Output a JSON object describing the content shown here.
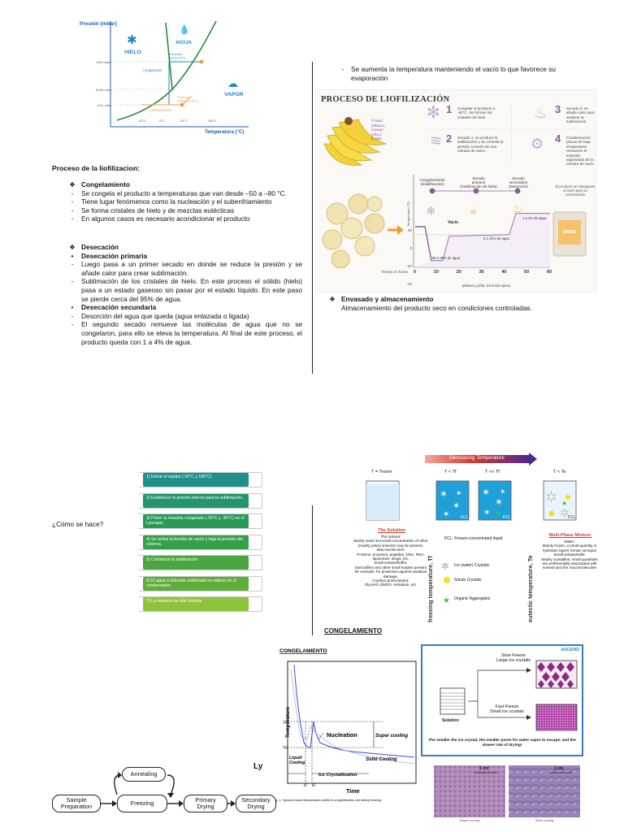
{
  "phase_diagram": {
    "ylabel": "Presión (mbar)",
    "xlabel": "Temperatura (°C)",
    "ice": "HIELO",
    "water": "AGUA",
    "vapor": "VAPOR",
    "fresh": "Producto\nfresco 20°C",
    "dry": "Producto\nliofilizado 20°C",
    "freezing": "Congelación",
    "heating": "Calentamiento",
    "y_ticks": [
      "1000 mbar",
      "6.000 mbar",
      "0.01 mbar"
    ],
    "x_ticks": [
      "-40°C",
      "0°C",
      "20°C",
      "100°C"
    ],
    "colors": {
      "solid_line": "#2e8b3e",
      "ice": "#1e88c8",
      "arrow": "#f0a040"
    }
  },
  "left_text": {
    "title": "Proceso de la liofilizacion:",
    "congelamiento": {
      "heading": "Congelamiento",
      "items": [
        "Se congela el producto a temperaturas que van desde –50 a –80 °C.",
        "Tiene lugar fenómenos como la nucleación y el subenfriamiento",
        "Se forma cristales de hielo y de mezclas eutécticas",
        "En algunos casos es necesario acondicionar el producto"
      ]
    },
    "desecacion": {
      "heading": "Desecación",
      "primaria": "Desecación primaria",
      "primaria_items": [
        "Luego pasa a un primer secado en donde se reduce la presión y se añade calor para crear sublimación.",
        "Sublimación de los cristales de hielo. En este proceso el sólido (hielo) pasa a un estado gaseoso sin pasar por el estado líquido. En este paso se pierde cerca del 95% de agua."
      ],
      "secundaria": "Desecación secundaria",
      "secundaria_items": [
        "Desorción del agua que queda (agua enlazada o ligada)",
        "El segundo secado remueve las moléculas de agua que no se congelaron, para ello se eleva la temperatura. Al final de este proceso, el producto queda con 1 a 4% de agua."
      ]
    }
  },
  "right_text": {
    "top_item": "Se aumenta la temperatura manteniendo el vacío lo que favorece su evaporación",
    "envasado_heading": "Envasado y almacenamiento",
    "envasado_text": "Almacenamiento del producto seco en condiciones controladas."
  },
  "infographic": {
    "title": "PROCESO DE LIOFILIZACIÓN",
    "fruits_label": "Frutas:\nplátano,\nmango,\npiña y\nfrutilla",
    "steps": [
      {
        "num": "1",
        "text": "Congelar el producto a -50°C. Se forman los cristales de hielo."
      },
      {
        "num": "2",
        "text": "Secado 1: se produce la sublimación y se controla la presión a través de una cámara de vacío."
      },
      {
        "num": "3",
        "text": "Secado 2: se añade calor para acelerar la sublimación."
      },
      {
        "num": "4",
        "text": "Condensación: placas de baja temperatura remueven el solvente vaporizado de la cámara de vacío."
      }
    ],
    "phases": [
      "Congelamiento\n(solidificación)",
      "Secado\nprimario\n(Sublimación de hielo)",
      "Secado\nsecundario\n(Desorción)"
    ],
    "vacuum": "Vacío",
    "water_loss_1": "95 a 99% de agua",
    "water_loss_2": "5 a 10% de agua",
    "water_loss_3": "1 a 4% de agua",
    "package_note": "El producto se empaqueta al vacío para su conservación",
    "time_label": "Tiempo en horas",
    "y_label": "Temperatura (°C)",
    "x_ticks": [
      "0",
      "10",
      "20",
      "30",
      "40",
      "50",
      "60"
    ],
    "y_ticks": [
      "20",
      "0",
      "-20",
      "-40"
    ],
    "footer": "plátano y piña: 34 horas aprox."
  },
  "steps_list": {
    "question": "¿Cómo se hace?",
    "items": [
      "1) Entrar el equipo ( 50°C y 105°C)",
      "2) Establecer la presión interna para la sublimación.",
      "3) Poner la muestra congelada (-20°C y -30°C) en el Lyovapor",
      "4) Se activa la bomba de vacío y baja la presión del sistema.",
      "5) Comienza la sublimación",
      "6) El agua o solvente sublimado se retiene en el condensador.",
      "7) La muestra ha sido secada"
    ],
    "colors": [
      "#1f8f8a",
      "#23966f",
      "#289a55",
      "#35a04a",
      "#4aa640",
      "#5fae3a",
      "#8fc33c"
    ]
  },
  "freezing_diagram": {
    "header": "Decreasing Temperature",
    "cols": [
      "T = Troom",
      "T < Tf",
      "T << Tf",
      "T < Te"
    ],
    "fcl": "FCL",
    "freezing_temp": "freezing temperature, Tf",
    "eutectic_temp": "eutectic temperature, Te",
    "solution_title": "The Solution",
    "solution_text": "The solvent:\nMainly water but small concentration of other (mainly polar) solvents may be present.\nMacromolecules:\nProteins, enzymes, peptides, DNA, RNA, liposomes, drugs, etc.\nSmall solutes/buffer:\nSalt buffers and other small solutes present for example, for protection against oxidative damage.\nCryo/lyo-protectant(s):\nGlycerol, DMSO, trehalose, etc.",
    "legend": [
      "FCL: Freeze-concentrated liquid",
      "Ice (water) Crystals",
      "Solute Crystals",
      "Organic Aggregates"
    ],
    "multiphase_title": "Multi-Phase Mixture:",
    "multiphase_text": "Water:\nMainly frozen, a small quantity in hydration layers remain as liquid\nSmall solutes/salts:\nMainly crystalline, small quantities are preferentially associated with solvent and the macromolecules"
  },
  "congelamiento_heading": "CONGELAMIENTO",
  "congelamiento_chart": {
    "title": "CONGELAMIENTO",
    "ylabel": "Temperature",
    "xlabel": "Time",
    "labels": {
      "nucleation": "Nucleation",
      "super_cooling": "Super cooling",
      "liquid_cooling": "Liquid\nCooling",
      "solid_cooling": "Solid Cooling",
      "ice_cryst": "Ice Crystallization",
      "tf": "Tf",
      "tn": "Tn",
      "t1": "t1",
      "t2": "t2"
    },
    "caption": "Fig. 1. Typical product temperature profile in a lyophilization vial during freezing"
  },
  "ice_panel": {
    "brand": "ASCEND",
    "solution": "Solution",
    "slow": "Slow Freeze\nLarge ice crystals",
    "fast": "Fast Freeze\nSmall ice crystals",
    "note": "The smaller the ice crystal, the smaller pores for water vapor to escape, and the slower rate of drying!"
  },
  "micrographs": {
    "scale": "1 cm",
    "captions": [
      "Rapid cooling",
      "Slow cooling"
    ]
  },
  "ly_label": "Ly",
  "flow": {
    "annealing": "Annealing",
    "sample": "Sample\nPreparation",
    "freezing": "Freezing",
    "primary": "Primary\nDrying",
    "secondary": "Secondary\nDrying"
  }
}
